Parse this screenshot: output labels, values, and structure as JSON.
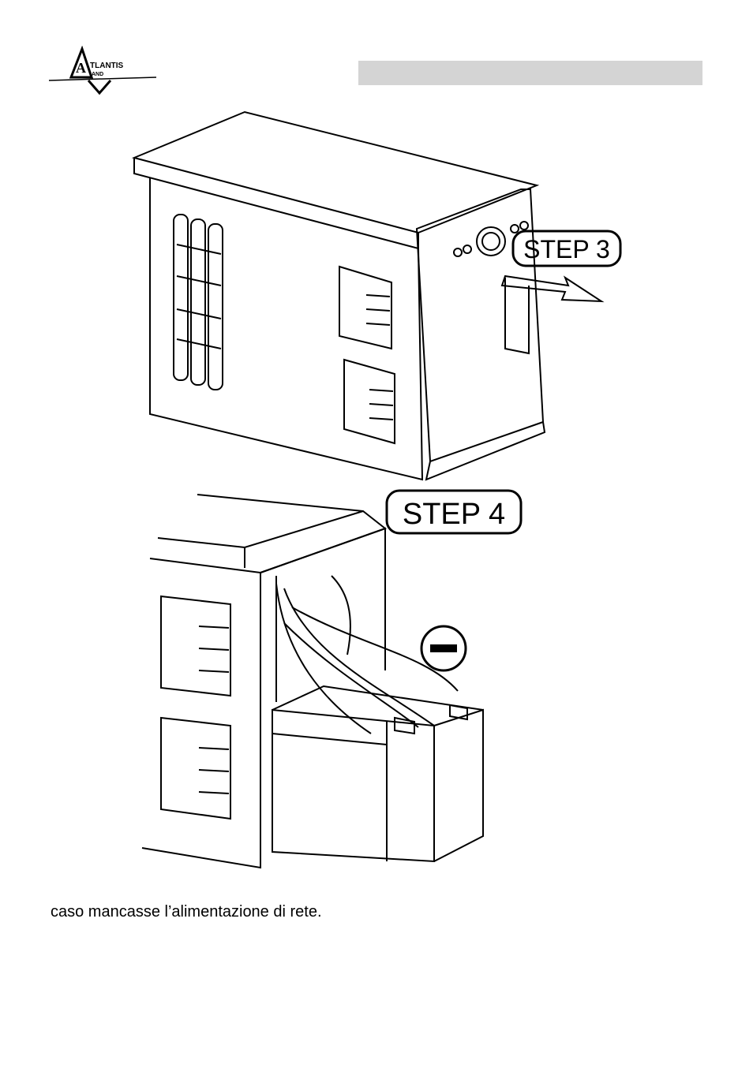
{
  "header": {
    "logo_text_top": "TLANTIS",
    "logo_text_bottom": "AND",
    "logo_letter": "A",
    "bar_color": "#d4d4d4"
  },
  "figure": {
    "step3_label": "STEP 3",
    "step4_label": "STEP 4",
    "minus_symbol": "−",
    "icons": [
      "ups-unit-icon",
      "front-panel-removal-arrow-icon",
      "battery-pack-icon",
      "negative-terminal-icon"
    ]
  },
  "body_text": {
    "caption": "caso mancasse l’alimentazione di rete."
  }
}
